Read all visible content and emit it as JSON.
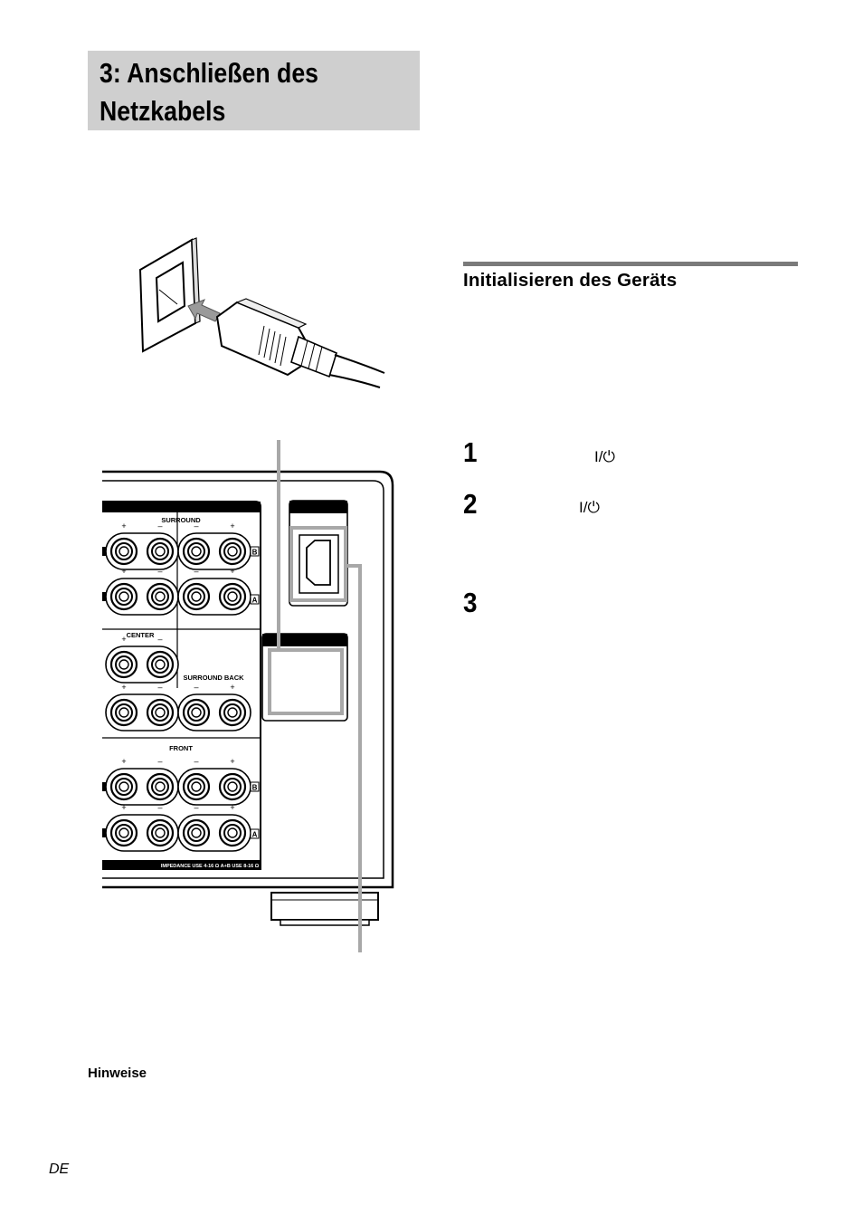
{
  "page": {
    "title": "3: Anschließen des Netzkabels",
    "lang_tag": "DE"
  },
  "section": {
    "heading": "Initialisieren des Geräts"
  },
  "steps": [
    {
      "number": "1",
      "symbol": "I/⏻"
    },
    {
      "number": "2",
      "symbol": "I/⏻"
    },
    {
      "number": "3",
      "symbol": ""
    }
  ],
  "notes": {
    "label": "Hinweise"
  },
  "illustration": {
    "panel_labels": {
      "surround": "SURROUND",
      "center": "CENTER",
      "surround_back": "SURROUND BACK",
      "front": "FRONT",
      "impedance": "IMPEDANCE USE 4-16 Ω   A+B USE 8-16 Ω"
    },
    "terminal_markers": [
      "B",
      "A"
    ],
    "polarity": [
      "+",
      "–"
    ]
  }
}
